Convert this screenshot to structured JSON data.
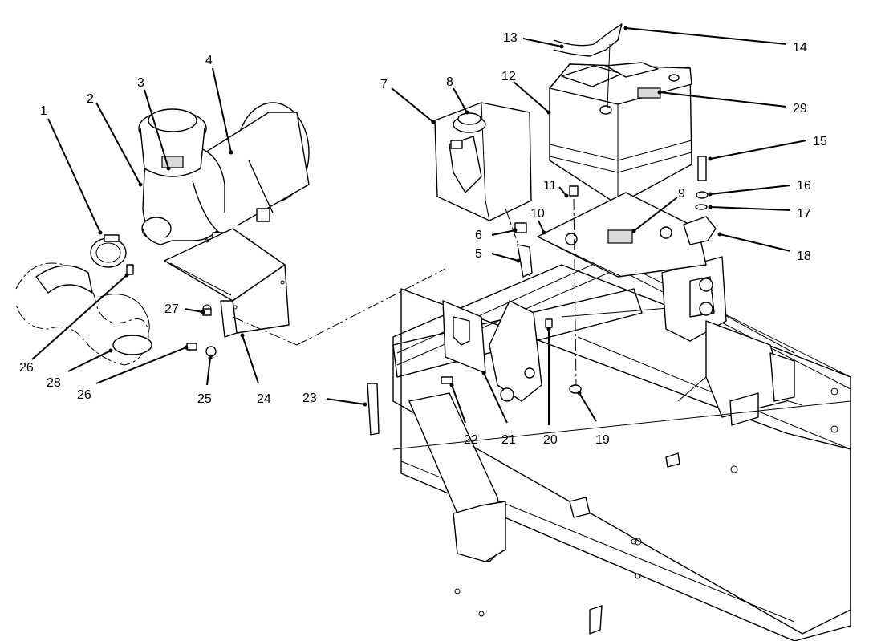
{
  "callouts": {
    "c1": "1",
    "c2": "2",
    "c3": "3",
    "c4": "4",
    "c5": "5",
    "c6": "6",
    "c7": "7",
    "c8": "8",
    "c9": "9",
    "c10": "10",
    "c11": "11",
    "c12": "12",
    "c13": "13",
    "c14": "14",
    "c15": "15",
    "c16": "16",
    "c17": "17",
    "c18": "18",
    "c19": "19",
    "c20": "20",
    "c21": "21",
    "c22": "22",
    "c23": "23",
    "c24": "24",
    "c25": "25",
    "c26a": "26",
    "c26b": "26",
    "c27": "27",
    "c28": "28",
    "c29": "29"
  }
}
